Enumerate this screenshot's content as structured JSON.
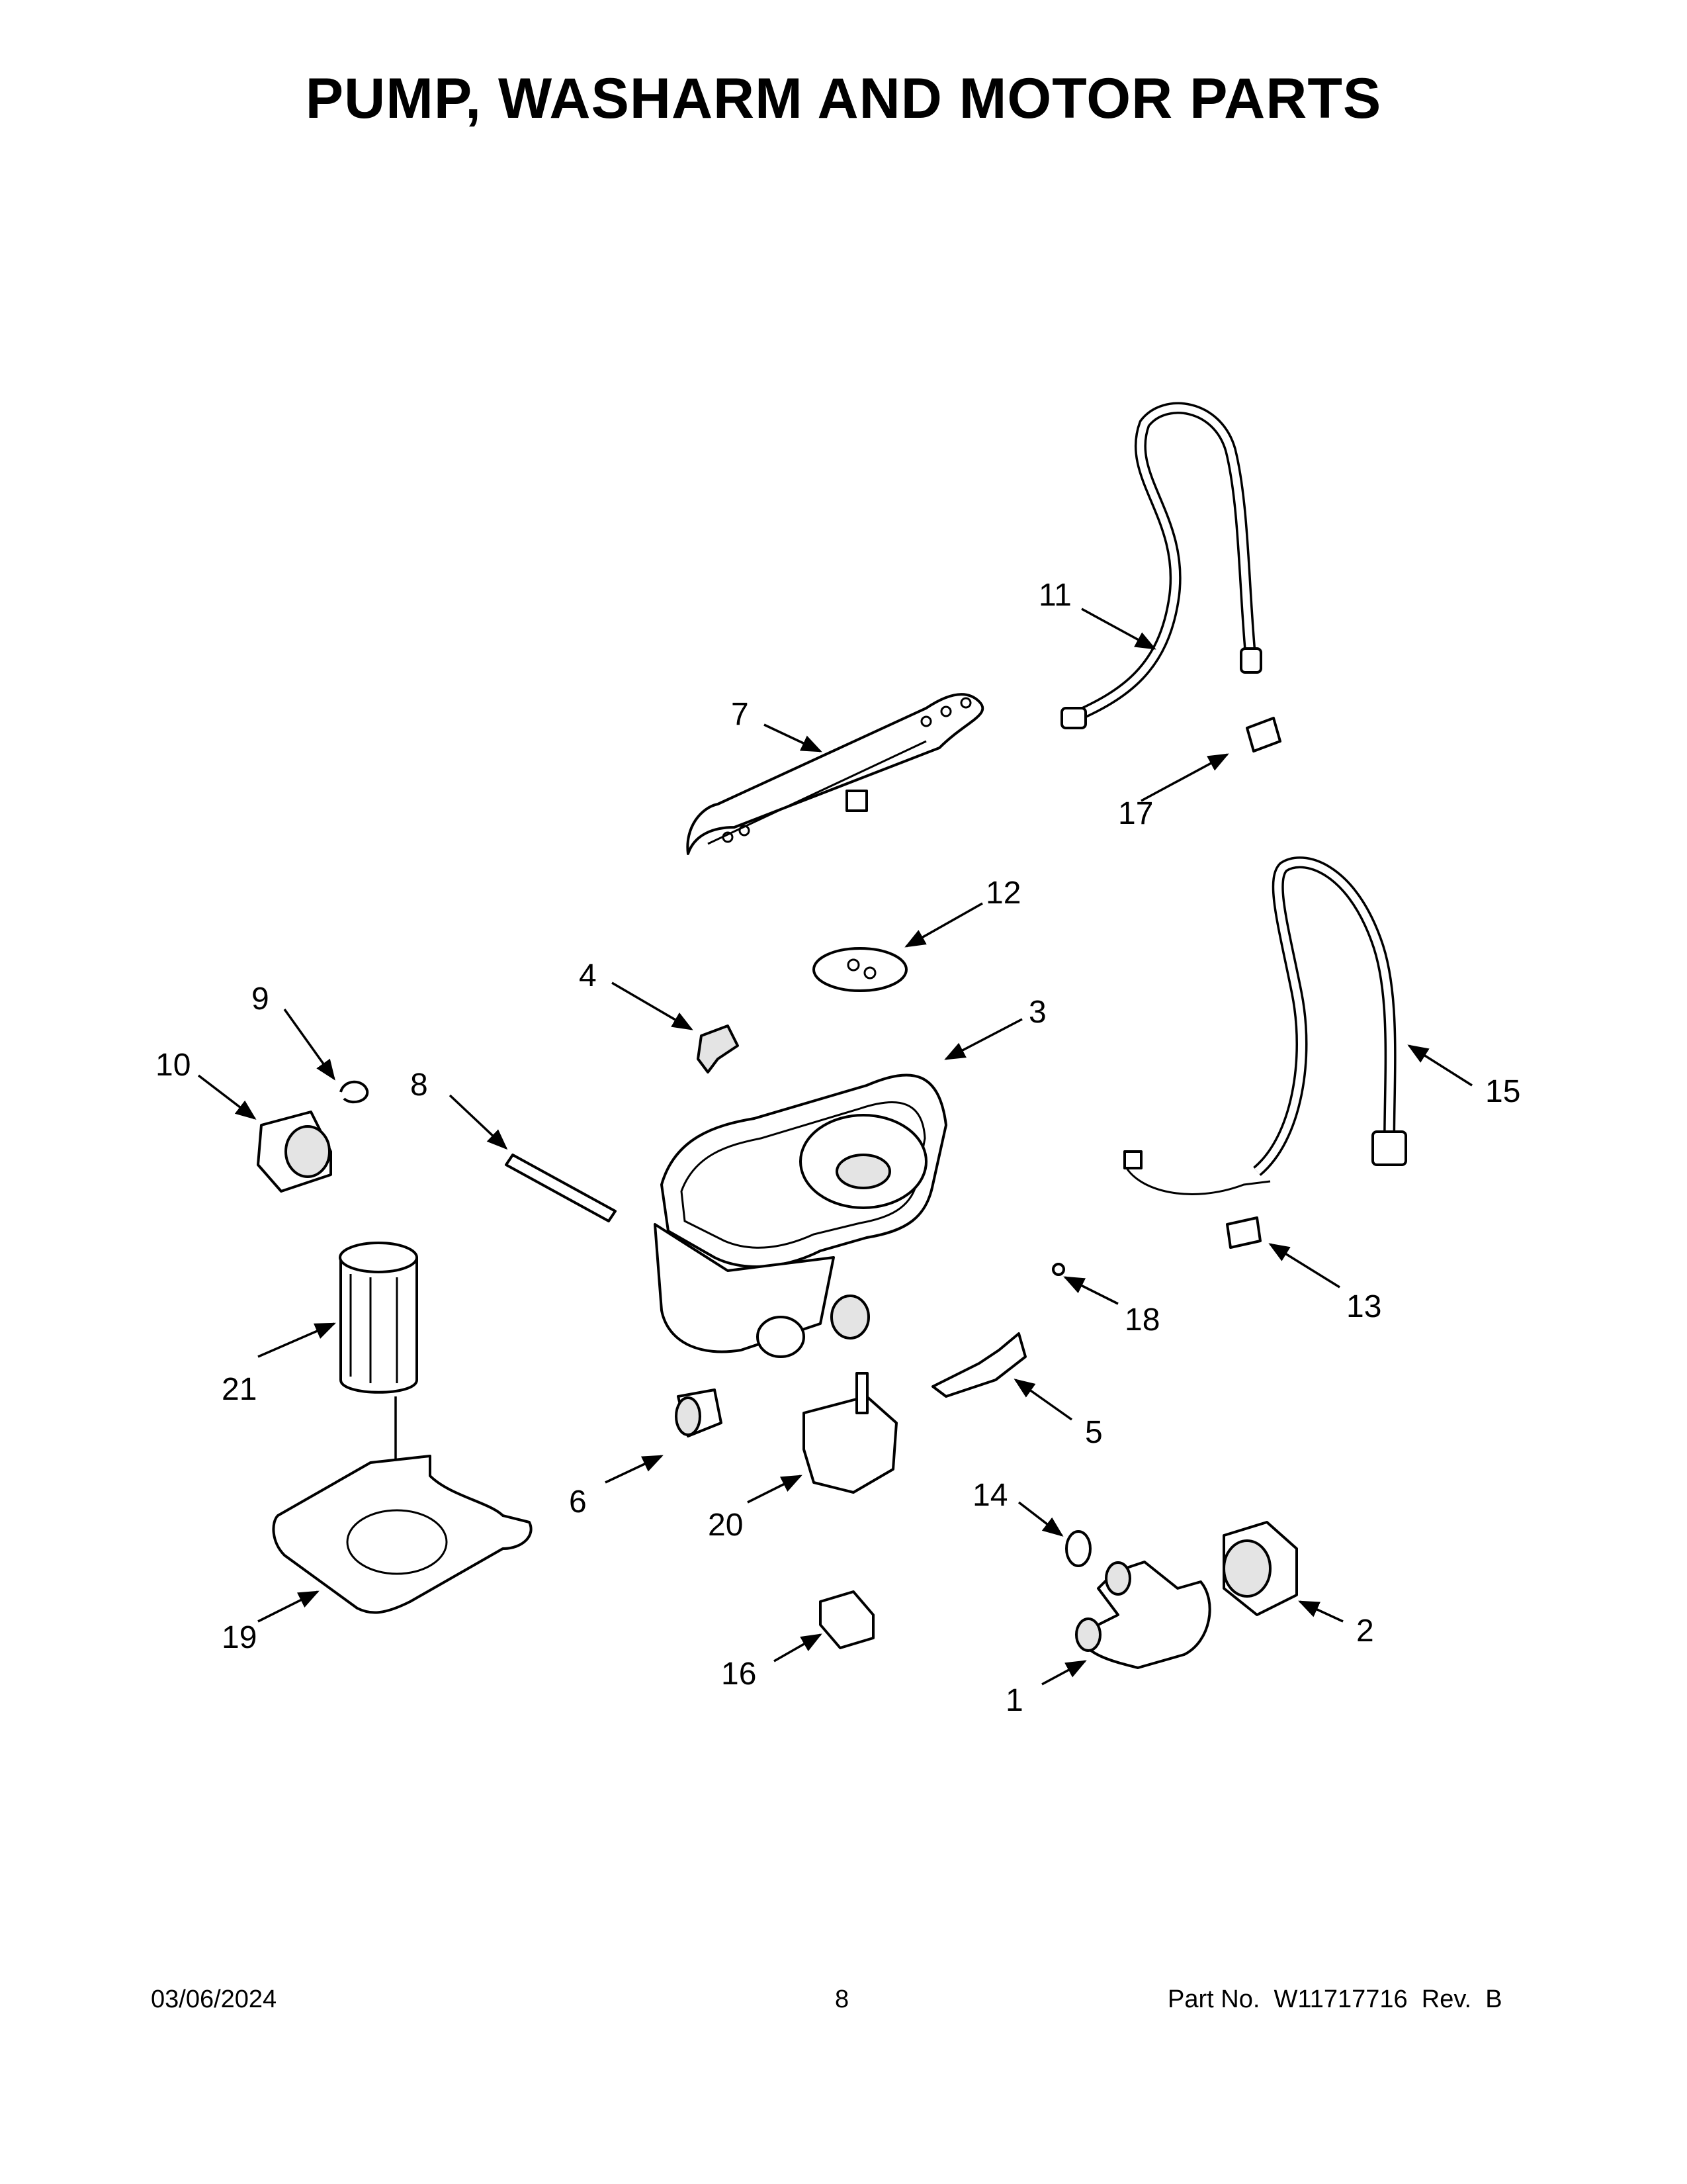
{
  "page": {
    "title": "PUMP, WASHARM AND MOTOR PARTS",
    "footer": {
      "date": "03/06/2024",
      "page_number": "8",
      "part_label": "Part No.",
      "part_number": "W11717716",
      "rev_label": "Rev.",
      "rev": "B"
    }
  },
  "callouts": [
    "1",
    "2",
    "3",
    "4",
    "5",
    "6",
    "7",
    "8",
    "9",
    "10",
    "11",
    "12",
    "13",
    "14",
    "15",
    "16",
    "17",
    "18",
    "19",
    "20",
    "21"
  ]
}
